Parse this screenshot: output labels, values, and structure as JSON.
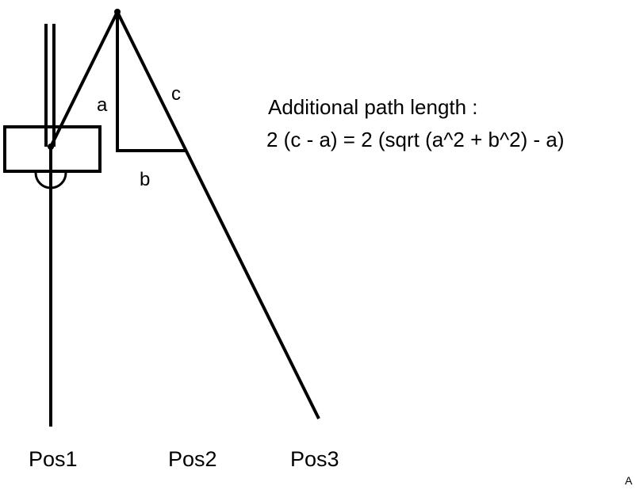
{
  "labels": {
    "a": "a",
    "b": "b",
    "c": "c",
    "pos1": "Pos1",
    "pos2": "Pos2",
    "pos3": "Pos3",
    "corner": "A"
  },
  "formula": {
    "line1": "Additional path length :",
    "line2": "2 (c - a) = 2 (sqrt (a^2 + b^2) - a)"
  }
}
